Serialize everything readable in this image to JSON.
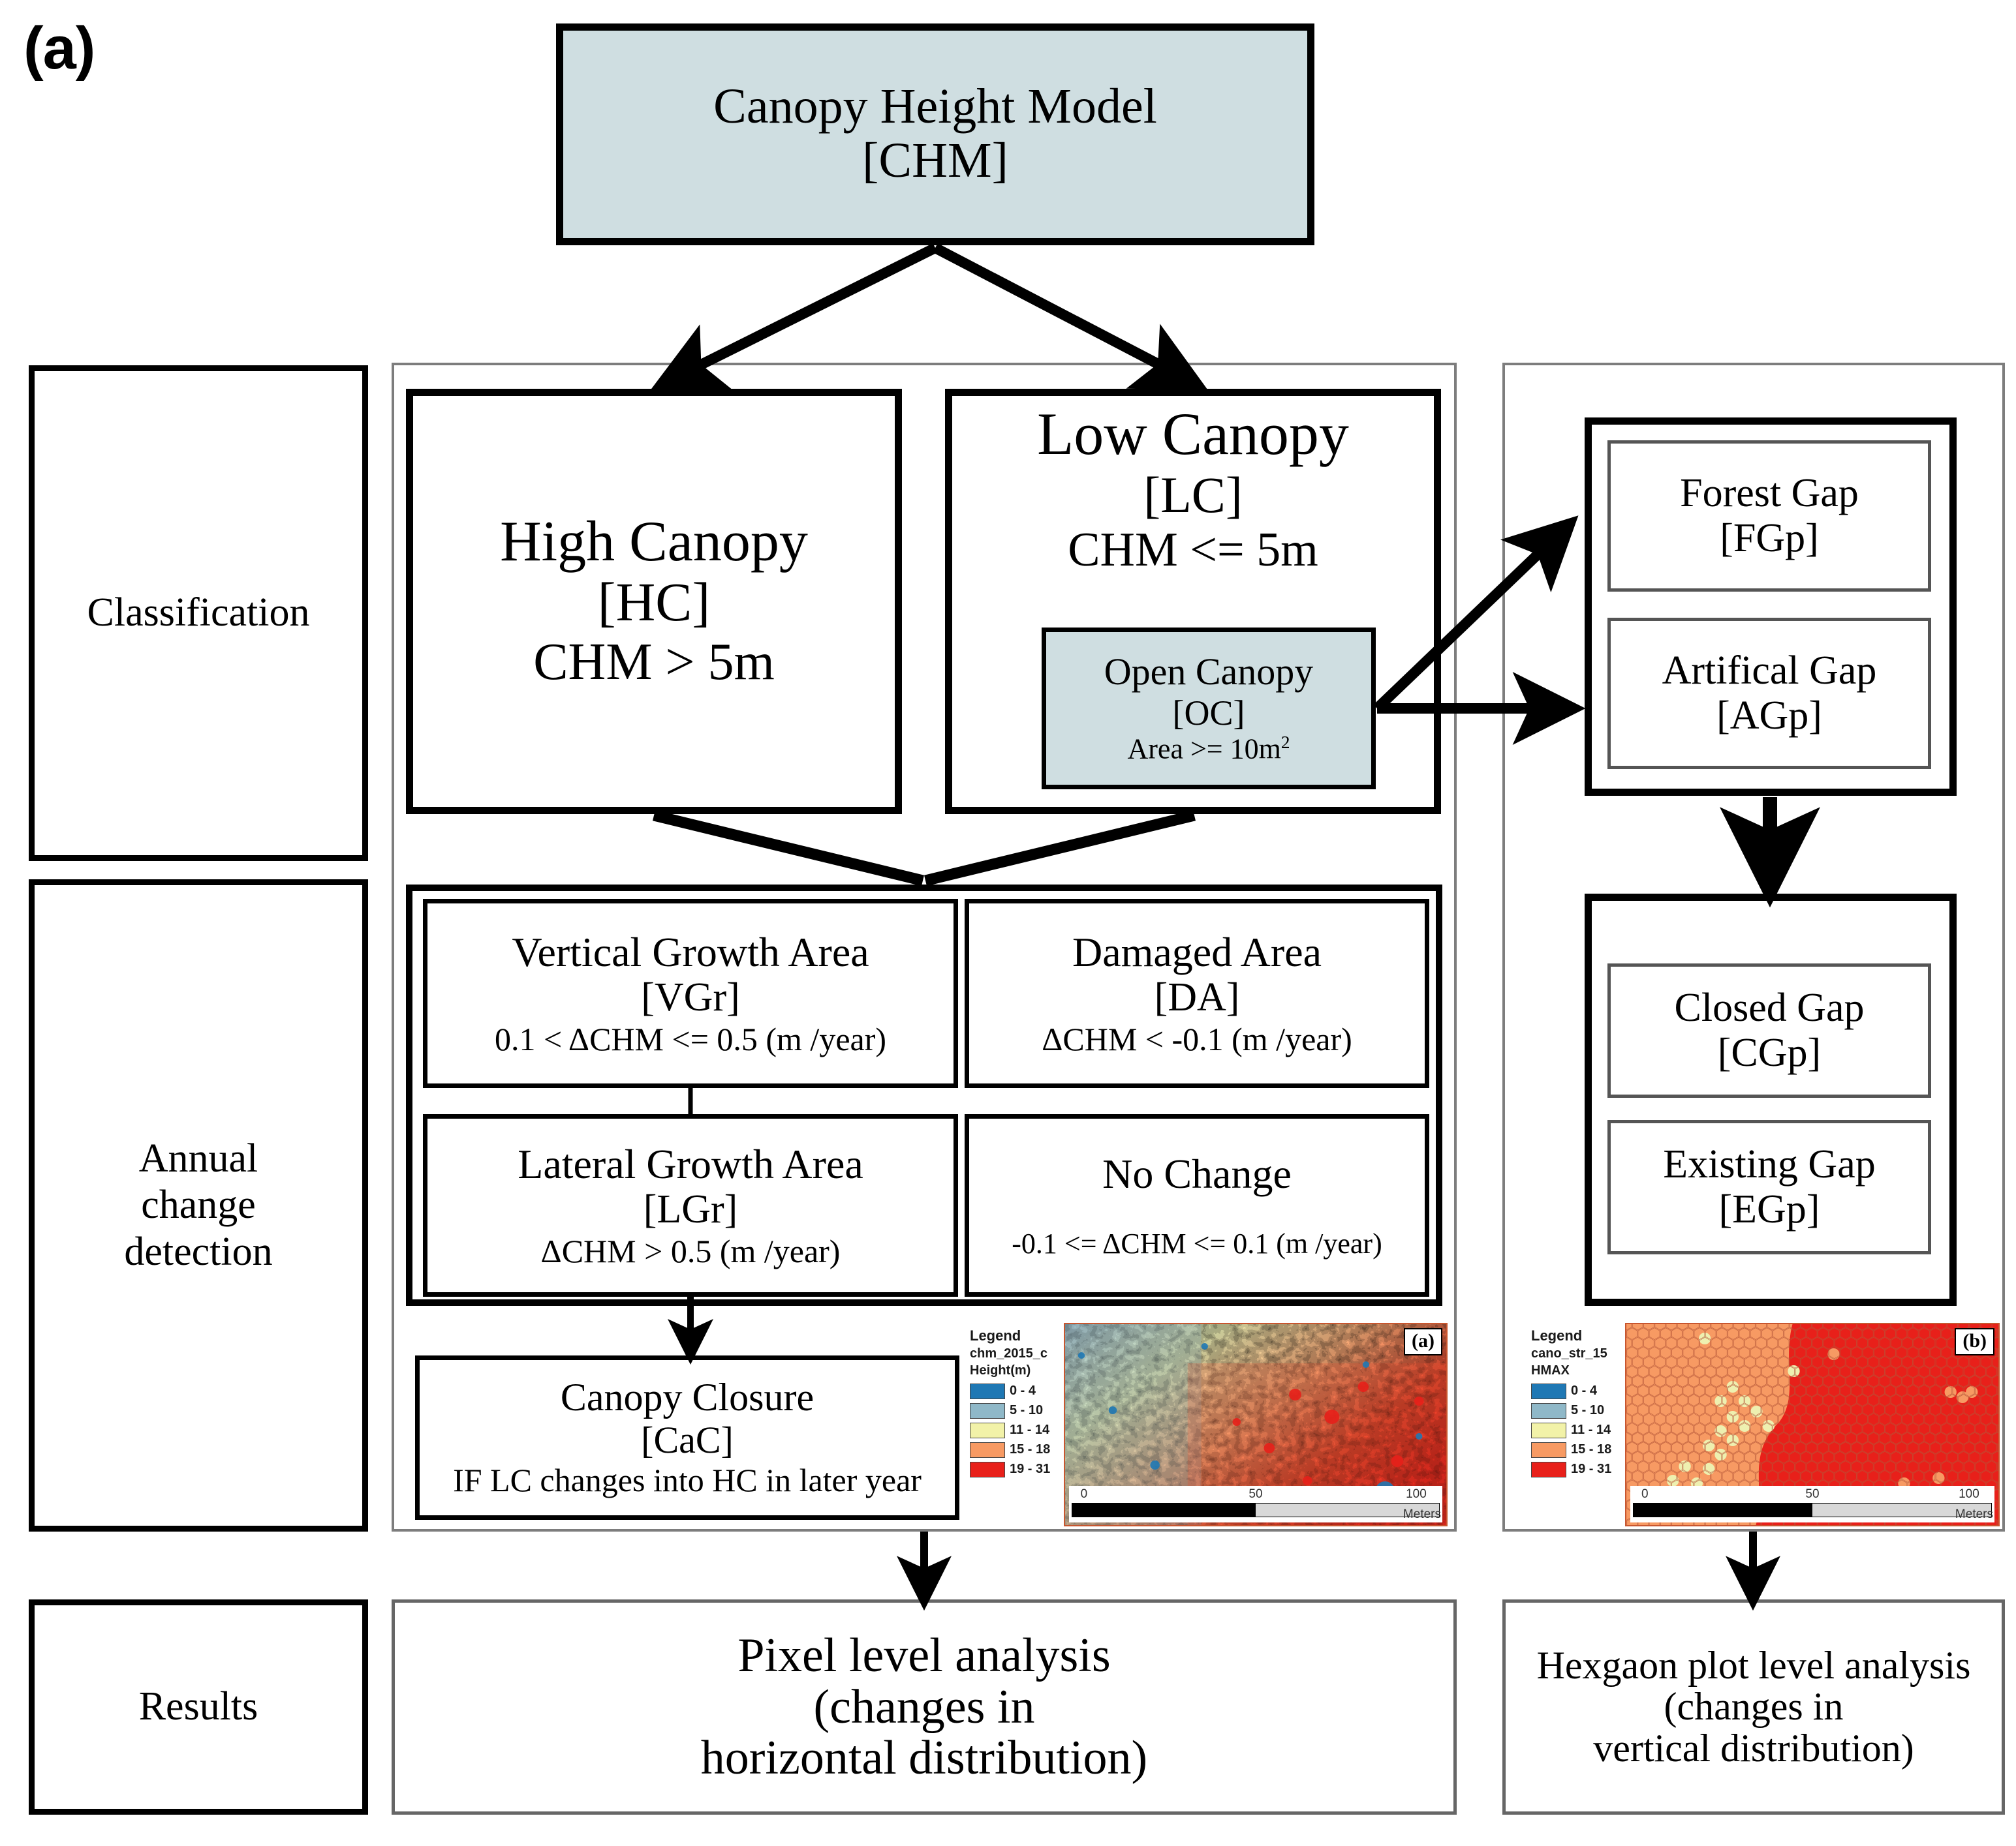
{
  "panel_tag": "(a)",
  "stages": [
    {
      "label": "Classification"
    },
    {
      "label": "Annual\nchange\ndetection"
    },
    {
      "label": "Results"
    }
  ],
  "stage_labels": {
    "classification": "Classification",
    "annual_line1": "Annual",
    "annual_line2": "change",
    "annual_line3": "detection",
    "results": "Results"
  },
  "root": {
    "title": "Canopy Height Model",
    "code": "[CHM]"
  },
  "classification": {
    "high_canopy": {
      "title": "High Canopy",
      "code": "[HC]",
      "rule": "CHM > 5m"
    },
    "low_canopy": {
      "title": "Low Canopy",
      "code": "[LC]",
      "rule": "CHM  <= 5m"
    },
    "open_canopy": {
      "title": "Open Canopy",
      "code": "[OC]",
      "rule_prefix": "Area >= 10m",
      "rule_sup": "2"
    }
  },
  "gaps": {
    "forest_gap": {
      "title": "Forest Gap",
      "code": "[FGp]"
    },
    "artificial_gap": {
      "title": "Artifical Gap",
      "code": "[AGp]"
    },
    "closed_gap": {
      "title": "Closed Gap",
      "code": "[CGp]"
    },
    "existing_gap": {
      "title": "Existing Gap",
      "code": "[EGp]"
    }
  },
  "change_detection": {
    "vertical_growth": {
      "title": "Vertical Growth Area",
      "code": "[VGr]",
      "rule": "0.1 < ΔCHM <= 0.5 (m /year)"
    },
    "damaged_area": {
      "title": "Damaged Area",
      "code": "[DA]",
      "rule": "ΔCHM < -0.1 (m /year)"
    },
    "lateral_growth": {
      "title": "Lateral Growth Area",
      "code": "[LGr]",
      "rule": "ΔCHM > 0.5 (m /year)"
    },
    "no_change": {
      "title": "No Change",
      "code": "",
      "rule": "-0.1 <= ΔCHM <= 0.1 (m /year)"
    },
    "canopy_closure": {
      "title": "Canopy Closure",
      "code": "[CaC]",
      "rule": "IF LC changes into HC in later year"
    }
  },
  "results": {
    "pixel": {
      "line1": "Pixel level analysis",
      "line2": "(changes in",
      "line3": "horizontal distribution)"
    },
    "hexagon": {
      "line1": "Hexgaon plot level analysis",
      "line2": "(changes in",
      "line3": "vertical distribution)"
    }
  },
  "figures": {
    "chm_map": {
      "tag": "(a)",
      "legend_title": "Legend",
      "legend_layer": "chm_2015_c",
      "legend_field": "Height(m)",
      "classes": [
        {
          "label": "0 - 4",
          "color": "#1f78b4"
        },
        {
          "label": "5 - 10",
          "color": "#8fb8c8"
        },
        {
          "label": "11 - 14",
          "color": "#f2f2a8"
        },
        {
          "label": "15 - 18",
          "color": "#f79a63"
        },
        {
          "label": "19 - 31",
          "color": "#e8201a"
        }
      ],
      "scale": {
        "t0": "0",
        "t1": "50",
        "t2": "100",
        "units": "Meters"
      }
    },
    "hex_map": {
      "tag": "(b)",
      "legend_title": "Legend",
      "legend_layer": "cano_str_15",
      "legend_field": "HMAX",
      "classes": [
        {
          "label": "0 - 4",
          "color": "#1f78b4"
        },
        {
          "label": "5 - 10",
          "color": "#8fb8c8"
        },
        {
          "label": "11 - 14",
          "color": "#f2f2a8"
        },
        {
          "label": "15 - 18",
          "color": "#f79a63"
        },
        {
          "label": "19 - 31",
          "color": "#e8201a"
        }
      ],
      "scale": {
        "t0": "0",
        "t1": "50",
        "t2": "100",
        "units": "Meters"
      }
    }
  },
  "colors": {
    "highlight_fill": "#cfdee1",
    "panel_border": "#7d7d7d",
    "line": "#000000"
  }
}
